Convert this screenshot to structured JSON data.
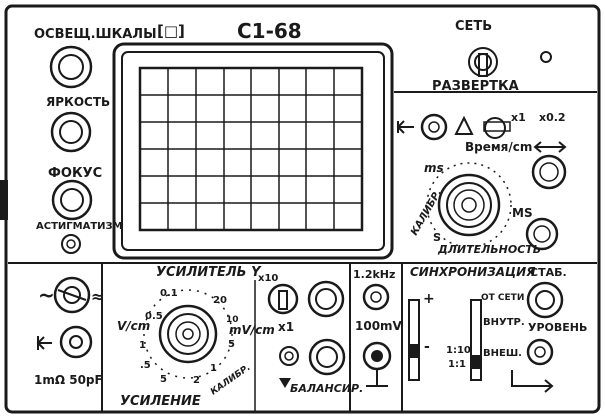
{
  "panel": {
    "illumination_label": "ОСВЕЩ.ШКАЛЫ",
    "model_badge": "[□]",
    "model": "С1-68",
    "brightness_label": "ЯРКОСТЬ",
    "focus_label": "ФОКУС",
    "astigmatism_label": "АСТИГМАТИЗМ",
    "power_label": "СЕТЬ"
  },
  "sweep": {
    "title": "РАЗВЕРТКА",
    "mult_x1": "x1",
    "mult_x02": "x0.2",
    "time_label": "Время/cm",
    "ms_top": "ms",
    "ms_right": "MS",
    "duration_label": "ДЛИТЕЛЬНОСТЬ",
    "cal_label": "КАЛИБР.",
    "s_label": "S"
  },
  "amp": {
    "title": "УСИЛИТЕЛЬ Y",
    "x10": "x10",
    "x1": "x1",
    "v_cm": "V/cm",
    "mv_cm": "mV/cm",
    "gain_label": "УСИЛЕНИЕ",
    "cal_label": "КАЛИБР.",
    "balance_label": "БАЛАНСИР.",
    "input_label": "1mΩ 50pF",
    "ac_symbol": "~",
    "dc_symbol": "≈",
    "dial_marks": [
      "0.1",
      "0.5",
      "1",
      "5",
      "20",
      "10",
      "5",
      "1",
      "2",
      ".5"
    ]
  },
  "calib": {
    "freq": "1.2kHz",
    "level": "100mV"
  },
  "sync": {
    "title": "СИНХРОНИЗАЦИЯ",
    "stab_label": "СТАБ.",
    "ext_sync_label": "ОТ СЕТИ",
    "internal_label": "ВНУТР.",
    "external_label": "ВНЕШ.",
    "level_label": "УРОВЕНЬ",
    "ratio_1": "1:10",
    "ratio_2": "1:1",
    "plus": "+",
    "minus": "-"
  }
}
